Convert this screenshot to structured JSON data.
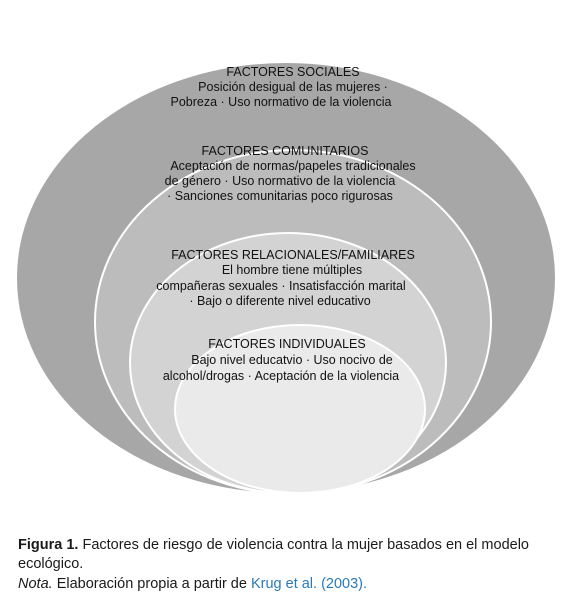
{
  "diagram": {
    "layers": [
      {
        "title": "FACTORES SOCIALES",
        "lines": [
          "Posición desigual de las mujeres ·",
          "Pobreza · Uso normativo de la violencia"
        ],
        "fill": "#a7a7a7"
      },
      {
        "title": "FACTORES COMUNITARIOS",
        "lines": [
          "Aceptación de normas/papeles tradicionales",
          "de género · Uso normativo de la violencia",
          "· Sanciones comunitarias poco rigurosas"
        ],
        "fill": "#bcbcbc"
      },
      {
        "title": "FACTORES RELACIONALES/FAMILIARES",
        "lines": [
          "El hombre tiene múltiples",
          "compañeras sexuales · Insatisfacción marital",
          "· Bajo o diferente nivel educativo"
        ],
        "fill": "#d3d3d3"
      },
      {
        "title": "FACTORES INDIVIDUALES",
        "lines": [
          "Bajo nivel educatvio · Uso nocivo de",
          "alcohol/drogas · Aceptación de la violencia"
        ],
        "fill": "#eaeaea"
      }
    ]
  },
  "caption": {
    "label": "Figura 1.",
    "text": " Factores de riesgo de violencia contra la mujer basados en el modelo ecológico."
  },
  "note": {
    "label": "Nota.",
    "text": " Elaboración propia a partir de ",
    "reference": "Krug et al. (2003)."
  },
  "colors": {
    "stroke": "#ffffff",
    "text": "#111111",
    "link": "#2a7ab8"
  }
}
